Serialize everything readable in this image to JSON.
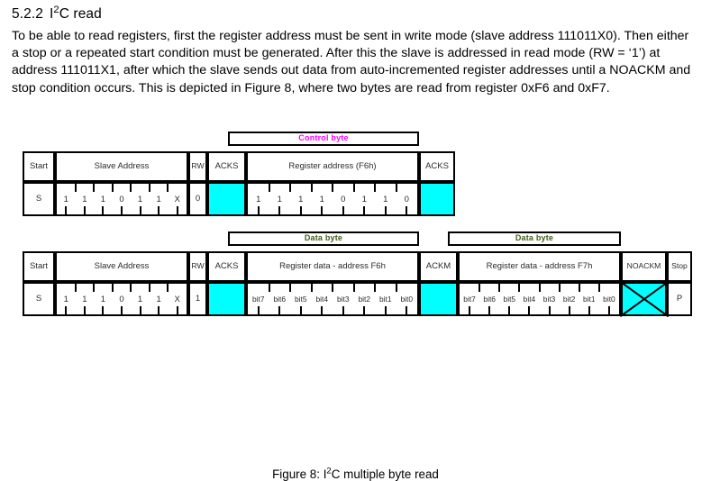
{
  "section": {
    "number": "5.2.2",
    "title_pre": "I",
    "title_sup": "2",
    "title_post": "C read",
    "title_full": "I²C read"
  },
  "paragraph": "To be able to read registers, first the register address must be sent in write mode (slave address 111011X0). Then either a stop or a repeated start condition must be generated. After this the slave is addressed in read mode (RW = ‘1’) at address 111011X1, after which the slave sends out data from auto-incremented register addresses until a NOACKM and stop condition occurs. This is depicted in Figure 8, where two bytes are read from register 0xF6 and 0xF7.",
  "figure": {
    "caption": "Figure 8: I²C multiple byte read",
    "colors": {
      "ack_fill": "#00FFFF",
      "control_byte_label": "#FF00FF",
      "data_byte_label": "#3F5C14",
      "border": "#000000",
      "cell_fill": "#FFFFFF"
    },
    "row1": {
      "group_headers": [
        {
          "label": "Control byte"
        }
      ],
      "headers": [
        {
          "label": "Start"
        },
        {
          "label": "Slave Address"
        },
        {
          "label": "RW"
        },
        {
          "label": "ACKS"
        },
        {
          "label": "Register address (F6h)"
        },
        {
          "label": "ACKS"
        }
      ],
      "values": {
        "start": "S",
        "slave_address_bits": [
          "1",
          "1",
          "1",
          "0",
          "1",
          "1",
          "X"
        ],
        "rw": "0",
        "acks1": "",
        "register_address_bits": [
          "1",
          "1",
          "1",
          "1",
          "0",
          "1",
          "1",
          "0"
        ],
        "acks2": ""
      }
    },
    "row2": {
      "group_headers": [
        {
          "label": "Data byte"
        },
        {
          "label": "Data byte"
        }
      ],
      "headers": [
        {
          "label": "Start"
        },
        {
          "label": "Slave Address"
        },
        {
          "label": "RW"
        },
        {
          "label": "ACKS"
        },
        {
          "label": "Register data - address F6h"
        },
        {
          "label": "ACKM"
        },
        {
          "label": "Register data - address F7h"
        },
        {
          "label": "NOACKM"
        },
        {
          "label": "Stop"
        }
      ],
      "values": {
        "start": "S",
        "slave_address_bits": [
          "1",
          "1",
          "1",
          "0",
          "1",
          "1",
          "X"
        ],
        "rw": "1",
        "acks": "",
        "data_f6_bits": [
          "bit7",
          "bit6",
          "bit5",
          "bit4",
          "bit3",
          "bit2",
          "bit1",
          "bit0"
        ],
        "ackm": "",
        "data_f7_bits": [
          "bit7",
          "bit6",
          "bit5",
          "bit4",
          "bit3",
          "bit2",
          "bit1",
          "bit0"
        ],
        "noackm": "",
        "stop": "P"
      }
    }
  }
}
